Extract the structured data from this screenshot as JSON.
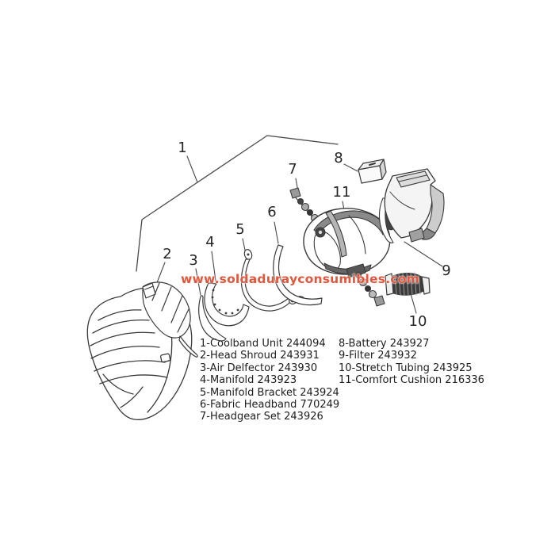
{
  "watermark": {
    "text": "www.soldadurayconsumibles.com"
  },
  "colors": {
    "watermark": "#e2573c",
    "line_art": "#3a3a3a",
    "text": "#1d1d1d"
  },
  "callouts": [
    "1",
    "2",
    "3",
    "4",
    "5",
    "6",
    "7",
    "8",
    "9",
    "10",
    "11"
  ],
  "parts_list": {
    "left": [
      "1-Coolband Unit 244094",
      "2-Head Shroud 243931",
      "3-Air Delfector 243930",
      "4-Manifold 243923",
      "5-Manifold Bracket 243924",
      "6-Fabric Headband 770249",
      "7-Headgear Set 243926"
    ],
    "right": [
      "8-Battery 243927",
      "9-Filter 243932",
      "10-Stretch Tubing 243925",
      "11-Comfort Cushion 216336"
    ]
  }
}
